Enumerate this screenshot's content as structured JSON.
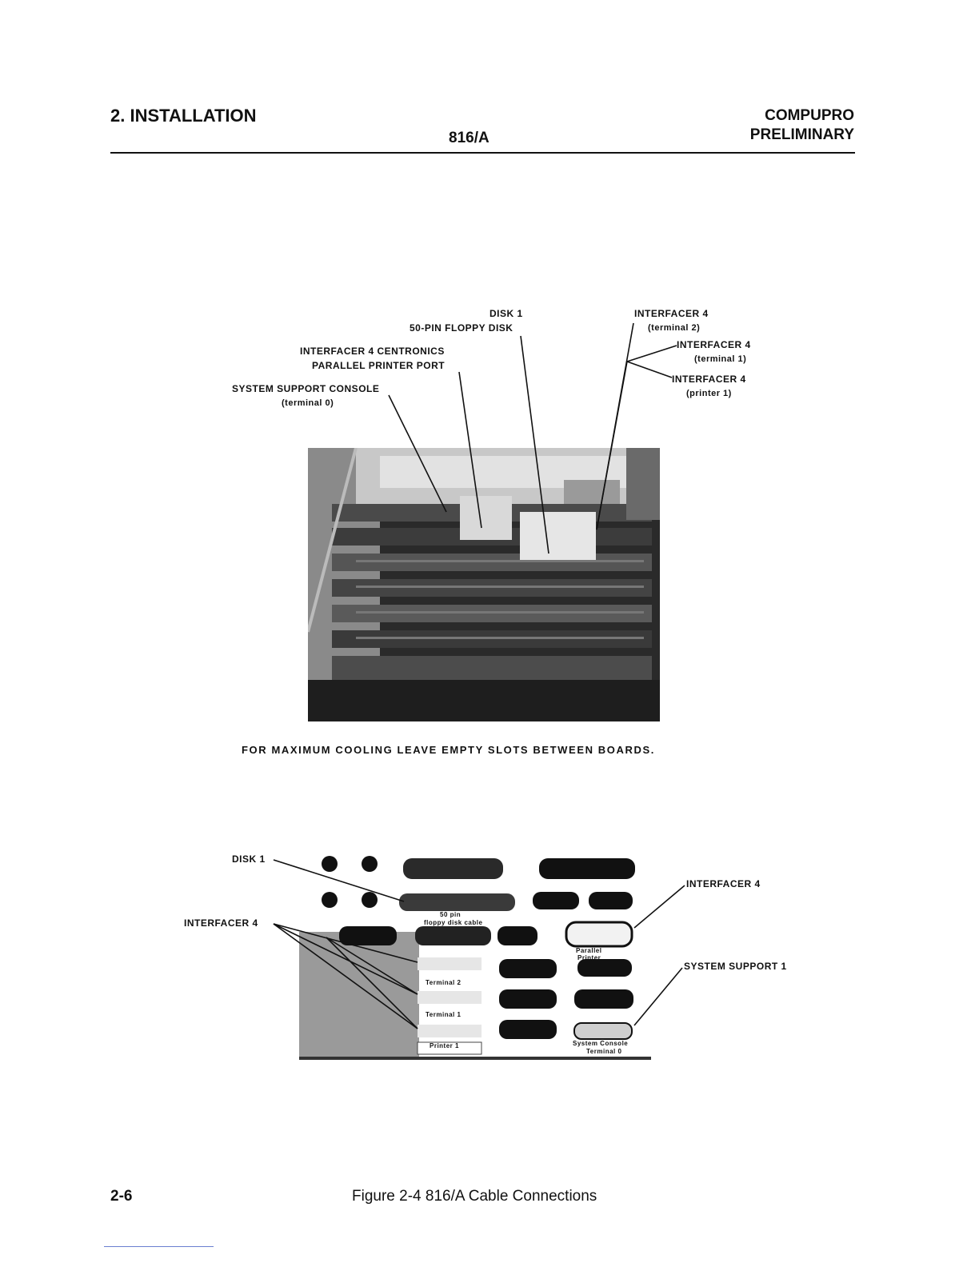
{
  "header": {
    "section": "2. INSTALLATION",
    "model": "816/A",
    "brand": "COMPUPRO",
    "status": "PRELIMINARY"
  },
  "top_figure": {
    "labels": {
      "disk1": "DISK 1",
      "floppy": "50-PIN FLOPPY DISK",
      "centronics": "INTERFACER 4 CENTRONICS",
      "parallel": "PARALLEL PRINTER PORT",
      "console": "SYSTEM SUPPORT CONSOLE",
      "terminal0": "(terminal 0)",
      "if4_a": "INTERFACER 4",
      "if4_a_sub": "(terminal 2)",
      "if4_b": "INTERFACER 4",
      "if4_b_sub": "(terminal 1)",
      "if4_c": "INTERFACER 4",
      "if4_c_sub": "(printer 1)"
    },
    "caption": "FOR MAXIMUM COOLING LEAVE EMPTY SLOTS BETWEEN BOARDS."
  },
  "bottom_figure": {
    "labels": {
      "disk1": "DISK 1",
      "if4_left": "INTERFACER 4",
      "if4_right": "INTERFACER 4",
      "sys_support": "SYSTEM SUPPORT 1"
    },
    "panel_text": {
      "floppy1": "50 pin",
      "floppy2": "floppy disk cable",
      "parallel1": "Parallel",
      "parallel2": "Printer",
      "term2": "Terminal 2",
      "term1": "Terminal 1",
      "printer1": "Printer 1",
      "console1": "System Console",
      "console2": "Terminal 0"
    }
  },
  "footer": {
    "page": "2-6",
    "figure": "Figure 2-4  816/A Cable Connections"
  }
}
